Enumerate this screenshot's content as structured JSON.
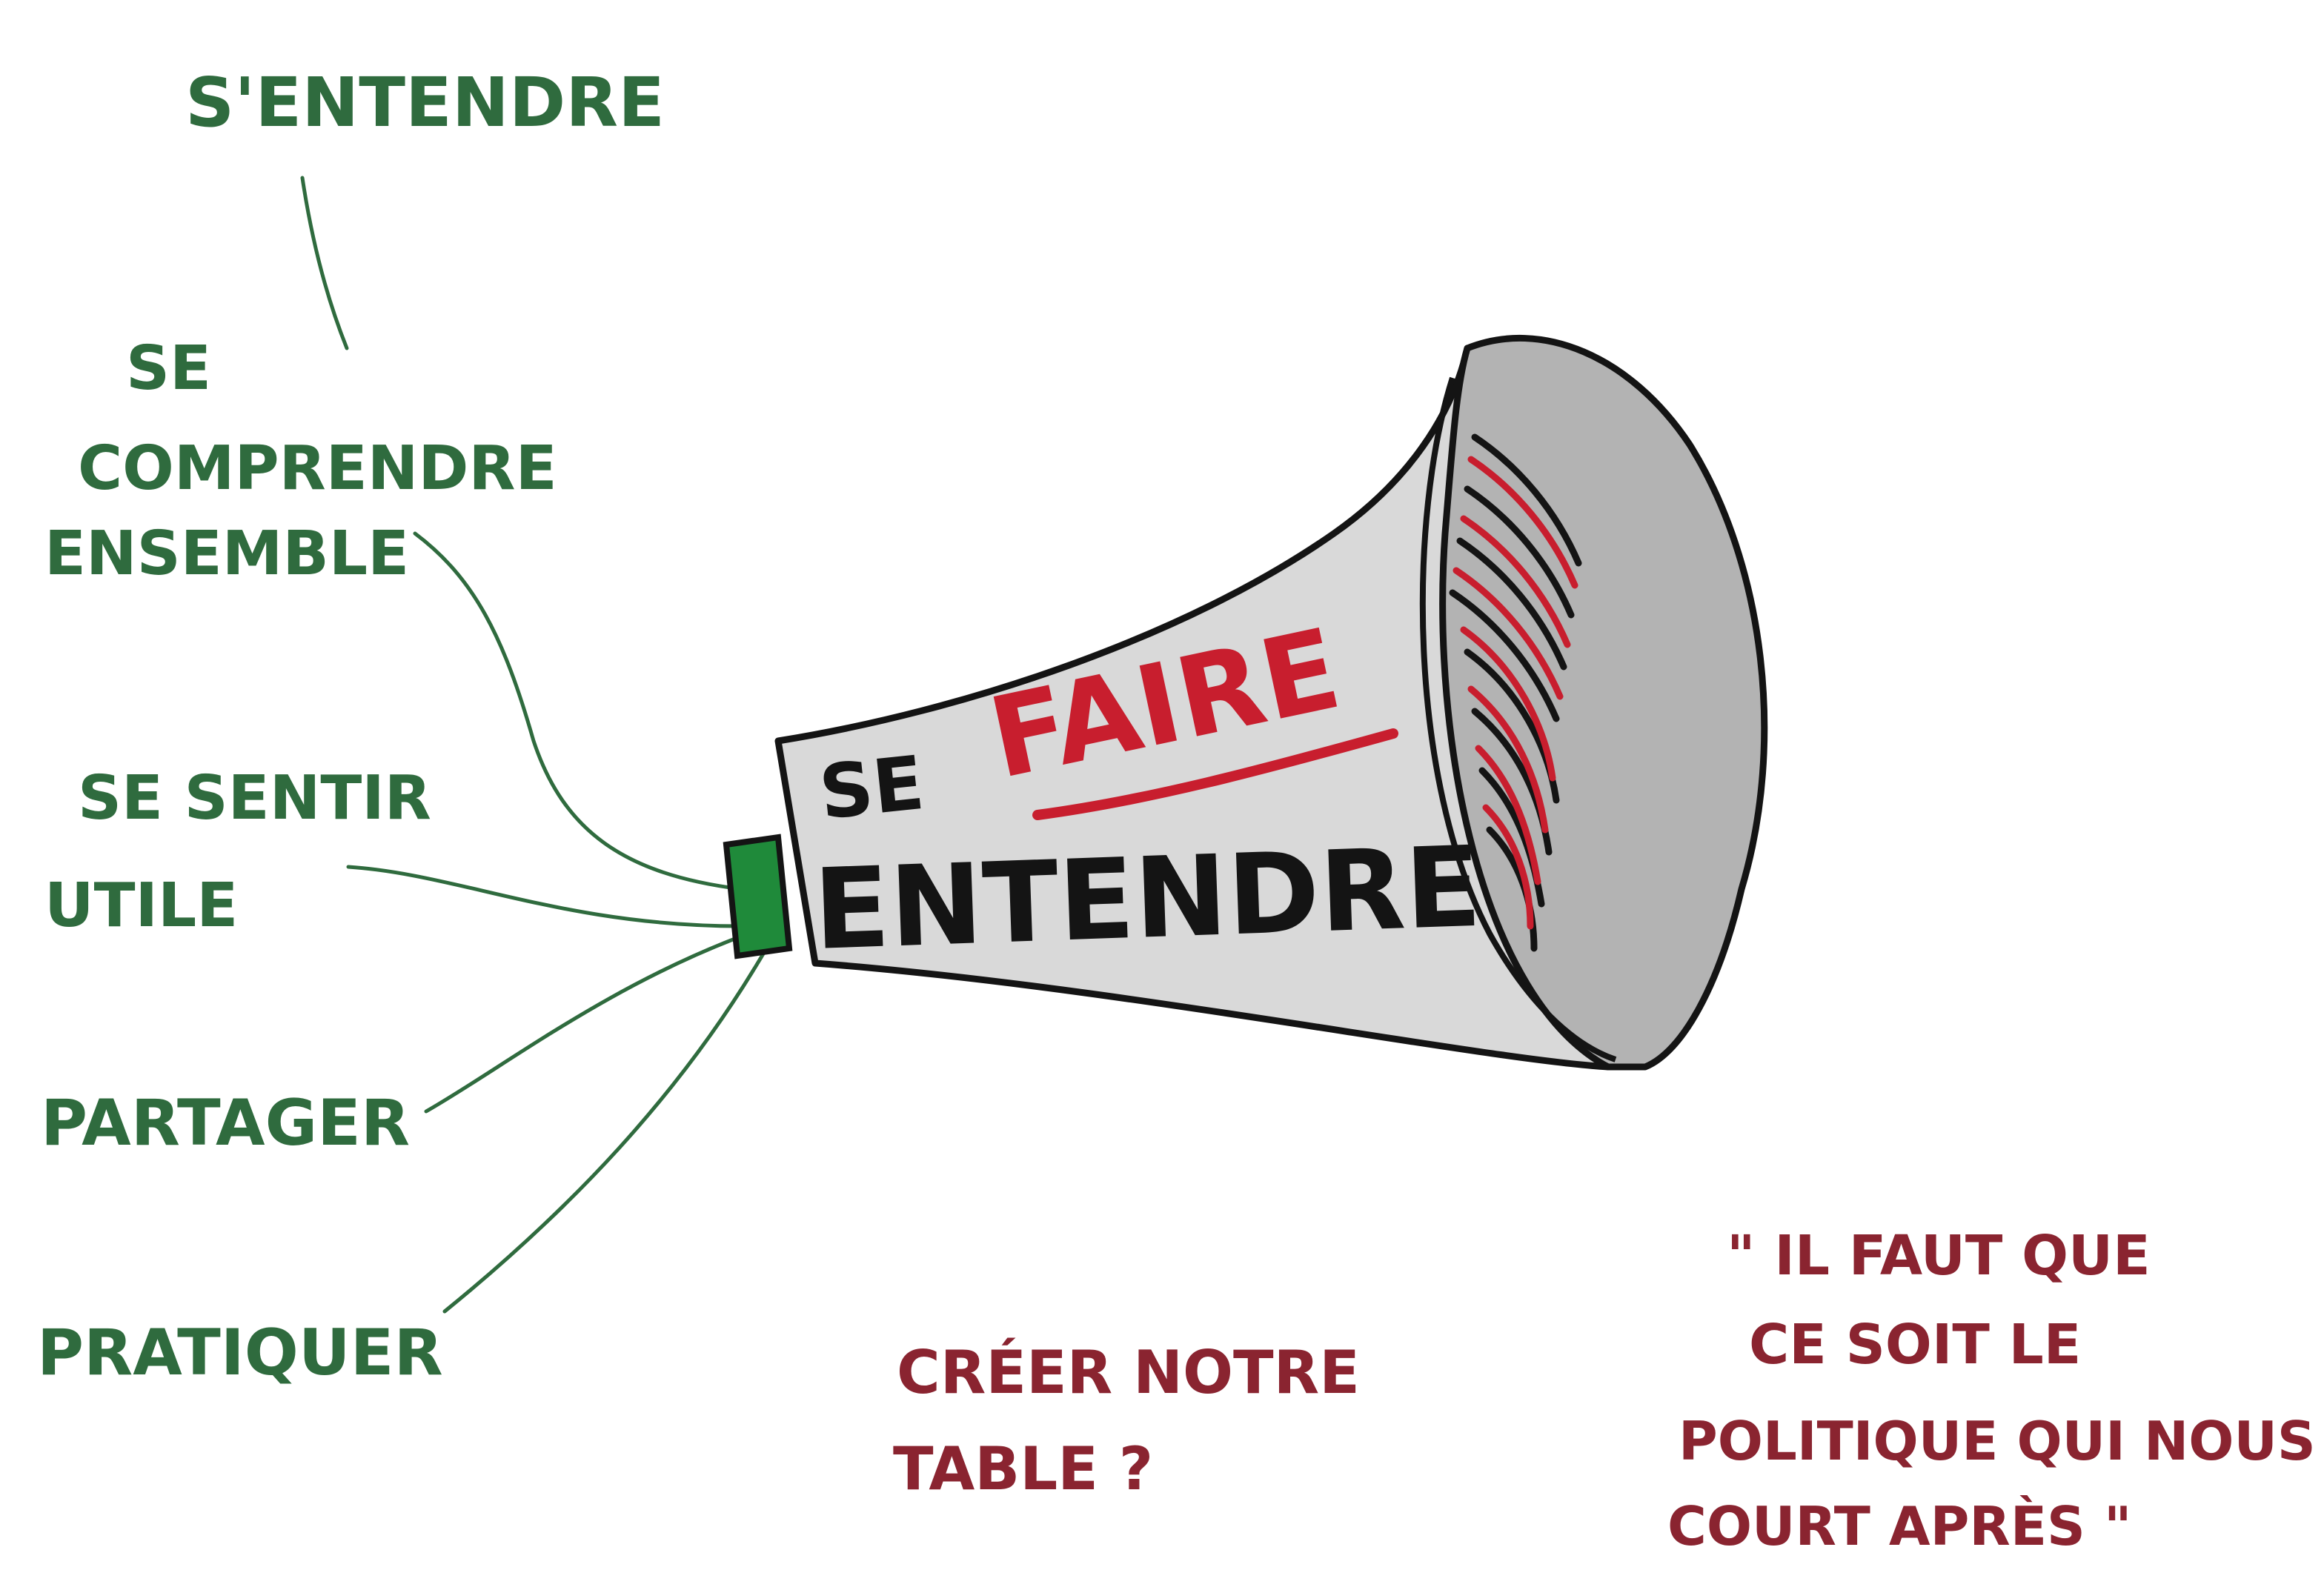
{
  "colors": {
    "green_ink": "#2f6b3e",
    "red_ink": "#8a2430",
    "bright_red": "#c81e2e",
    "black_ink": "#141414",
    "horn_gray": "#d9d9d9",
    "bell_gray": "#b3b3b3",
    "mouthpiece_green": "#1f8a3a"
  },
  "megaphone": {
    "word_se": "SE",
    "word_faire": "FAIRE",
    "word_entendre": "ENTENDRE"
  },
  "branches": {
    "top": "S'ENTENDRE",
    "comprendre": [
      "SE",
      "COMPRENDRE",
      "ENSEMBLE"
    ],
    "sentir": [
      "SE SENTIR",
      "UTILE"
    ],
    "partager": "PARTAGER",
    "pratiquer": "PRATIQUER"
  },
  "notes": {
    "creer": [
      "CRÉER NOTRE",
      "TABLE ?"
    ],
    "quote": [
      "\" IL FAUT QUE",
      "CE SOIT LE",
      "POLITIQUE QUI NOUS",
      "COURT APRÈS \""
    ]
  }
}
